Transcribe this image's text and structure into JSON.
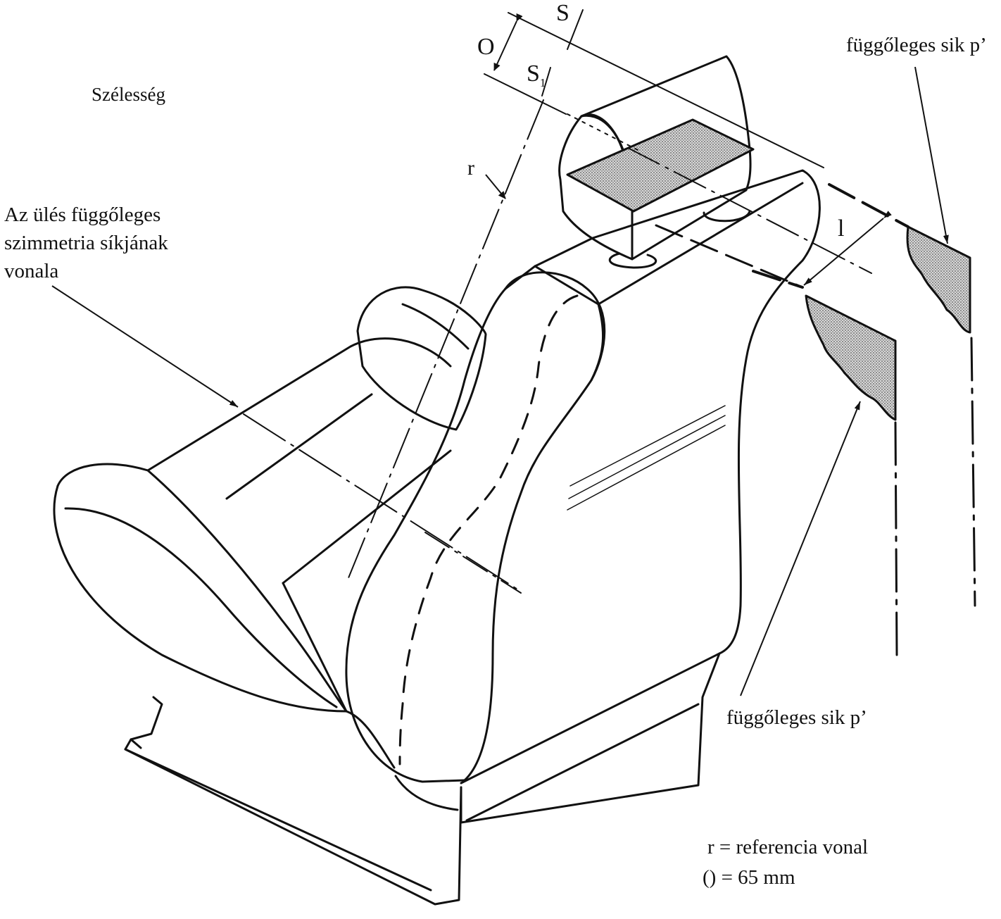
{
  "figure": {
    "labels": {
      "width": "Szélesség",
      "symmetry_line": [
        "Az ülés függőleges",
        "szimmetria síkjának",
        "vonala"
      ],
      "vertical_plane_top": "függőleges sik p’",
      "vertical_plane_bottom": "függőleges sik p’",
      "reference_line_legend": "r  = referencia vonal",
      "dimension_legend": "() = 65 mm"
    },
    "symbols": {
      "S": "S",
      "S1_base": "S",
      "S1_sub": "1",
      "O": "O",
      "r": "r",
      "l": "l"
    },
    "colors": {
      "stroke": "#111111",
      "hatch_fill": "#bdbdbd",
      "background": "#ffffff"
    }
  }
}
